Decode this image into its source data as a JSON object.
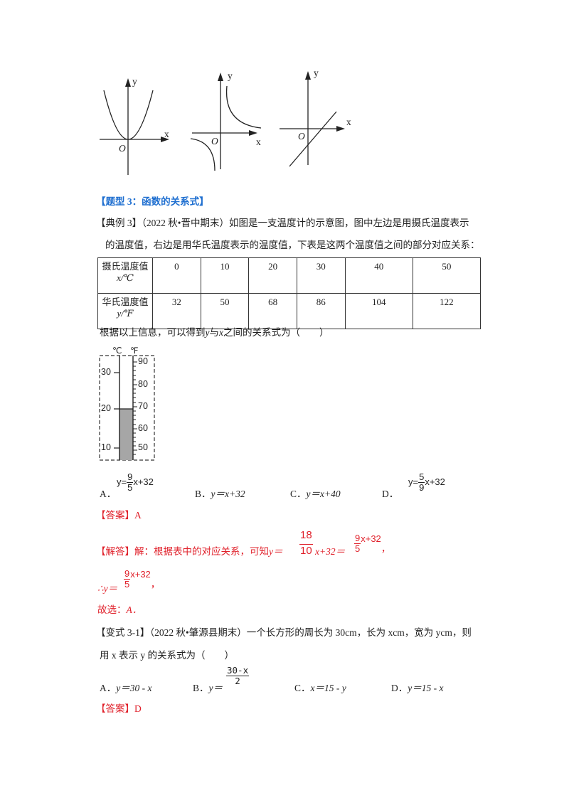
{
  "graphs": [
    {
      "type": "parabola",
      "x_label": "x",
      "y_label": "y",
      "origin_label": "O"
    },
    {
      "type": "hyperbola",
      "x_label": "x",
      "y_label": "y",
      "origin_label": "O"
    },
    {
      "type": "line",
      "x_label": "x",
      "y_label": "y",
      "origin_label": "O"
    }
  ],
  "section": {
    "title": "【题型 3：函数的关系式】"
  },
  "example3": {
    "tag": "【典例 3】",
    "source": "（2022 秋•晋中期末）",
    "text_line1": "如图是一支温度计的示意图，图中左边是用摄氏温度表示",
    "text_line2": "的温度值，右边是用华氏温度表示的温度值，下表是这两个温度值之间的部分对应关系：",
    "table": {
      "rows": [
        {
          "header_cn": "摄氏温度值",
          "header_var": "x/℃",
          "values": [
            "0",
            "10",
            "20",
            "30",
            "40",
            "50"
          ]
        },
        {
          "header_cn": "华氏温度值",
          "header_var": "y/℉",
          "values": [
            "32",
            "50",
            "68",
            "86",
            "104",
            "122"
          ]
        }
      ]
    },
    "question_pre": "根据以上信息，可以得到",
    "question_y": "y",
    "question_mid": "与",
    "question_x": "x",
    "question_post": "之间的关系式为（　　）",
    "thermometer": {
      "celsius_unit": "℃",
      "fahrenheit_unit": "℉",
      "celsius_ticks": [
        "30",
        "20",
        "10"
      ],
      "fahrenheit_ticks": [
        "90",
        "80",
        "70",
        "60",
        "50"
      ],
      "fill_color": "#a6a6a6"
    },
    "options": [
      {
        "label": "A．",
        "pre": "y=",
        "num": "9",
        "den": "5",
        "post": "x+32"
      },
      {
        "label": "B．",
        "expr": "y＝x+32"
      },
      {
        "label": "C．",
        "expr": "y＝x+40"
      },
      {
        "label": "D．",
        "pre": "y=",
        "num": "5",
        "den": "9",
        "post": "x+32"
      }
    ],
    "answer": "【答案】A",
    "solution": {
      "tag": "【解答】",
      "line1_text": "解：根据表中的对应关系，可知",
      "line1_y": "y＝",
      "frac1_num": "18",
      "frac1_den": "10",
      "line1_mid": "x+32＝",
      "frac2_num": "9",
      "frac2_den": "5",
      "line1_post": "x+32",
      "line1_end": "，",
      "line2_pre": "∴y＝",
      "frac3_num": "9",
      "frac3_den": "5",
      "line2_post": "x+32",
      "line2_end": "，",
      "line3": "故选：",
      "line3_choice": "A．"
    }
  },
  "variant31": {
    "tag": "【变式 3-1】",
    "source": "（2022 秋•肇源县期末）",
    "text_line1": "一个长方形的周长为 30cm，长为 xcm，宽为 ycm，则",
    "text_line2": "用 x 表示 y 的关系式为（　　）",
    "options": [
      {
        "label": "A．",
        "expr": "y＝30 - x"
      },
      {
        "label": "B．",
        "pre": "y＝",
        "num": "30-x",
        "den": "2"
      },
      {
        "label": "C．",
        "expr": "x＝15 - y"
      },
      {
        "label": "D．",
        "expr": "y＝15 - x"
      }
    ],
    "answer": "【答案】D"
  },
  "colors": {
    "section_title": "#1f6fd0",
    "answer": "#e0202a",
    "text": "#222222"
  }
}
